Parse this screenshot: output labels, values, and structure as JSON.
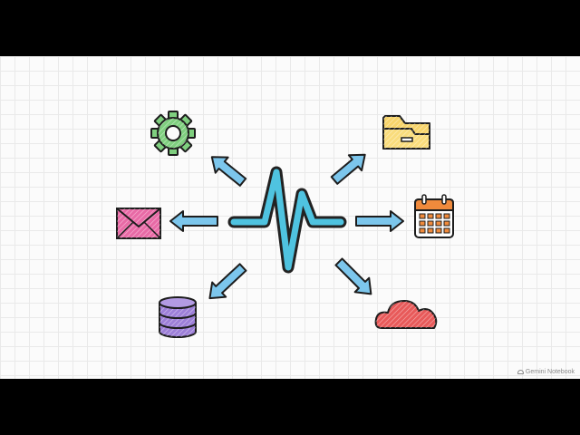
{
  "nodes": [
    {
      "id": "settings",
      "icon": "gear-icon",
      "color": "#7fcf7f"
    },
    {
      "id": "files",
      "icon": "folder-icon",
      "color": "#f7d46a"
    },
    {
      "id": "mail",
      "icon": "envelope-icon",
      "color": "#e86aa6"
    },
    {
      "id": "calendar",
      "icon": "calendar-icon",
      "color": "#f08a3c"
    },
    {
      "id": "database",
      "icon": "database-icon",
      "color": "#9d7fd8"
    },
    {
      "id": "cloud",
      "icon": "cloud-icon",
      "color": "#e85a5a"
    }
  ],
  "center": {
    "icon": "heartbeat-pulse-icon",
    "color": "#4fc3e0"
  },
  "arrow_color": "#7cc6ec",
  "watermark": {
    "text": "Gemini Notebook"
  }
}
